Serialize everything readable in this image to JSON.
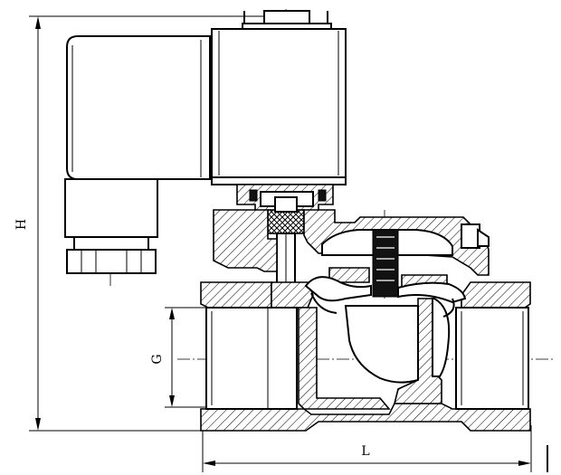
{
  "dimensions": {
    "height_label": "H",
    "length_label": "L",
    "port_label": "G"
  },
  "colors": {
    "line": "#000000",
    "background": "#ffffff"
  }
}
